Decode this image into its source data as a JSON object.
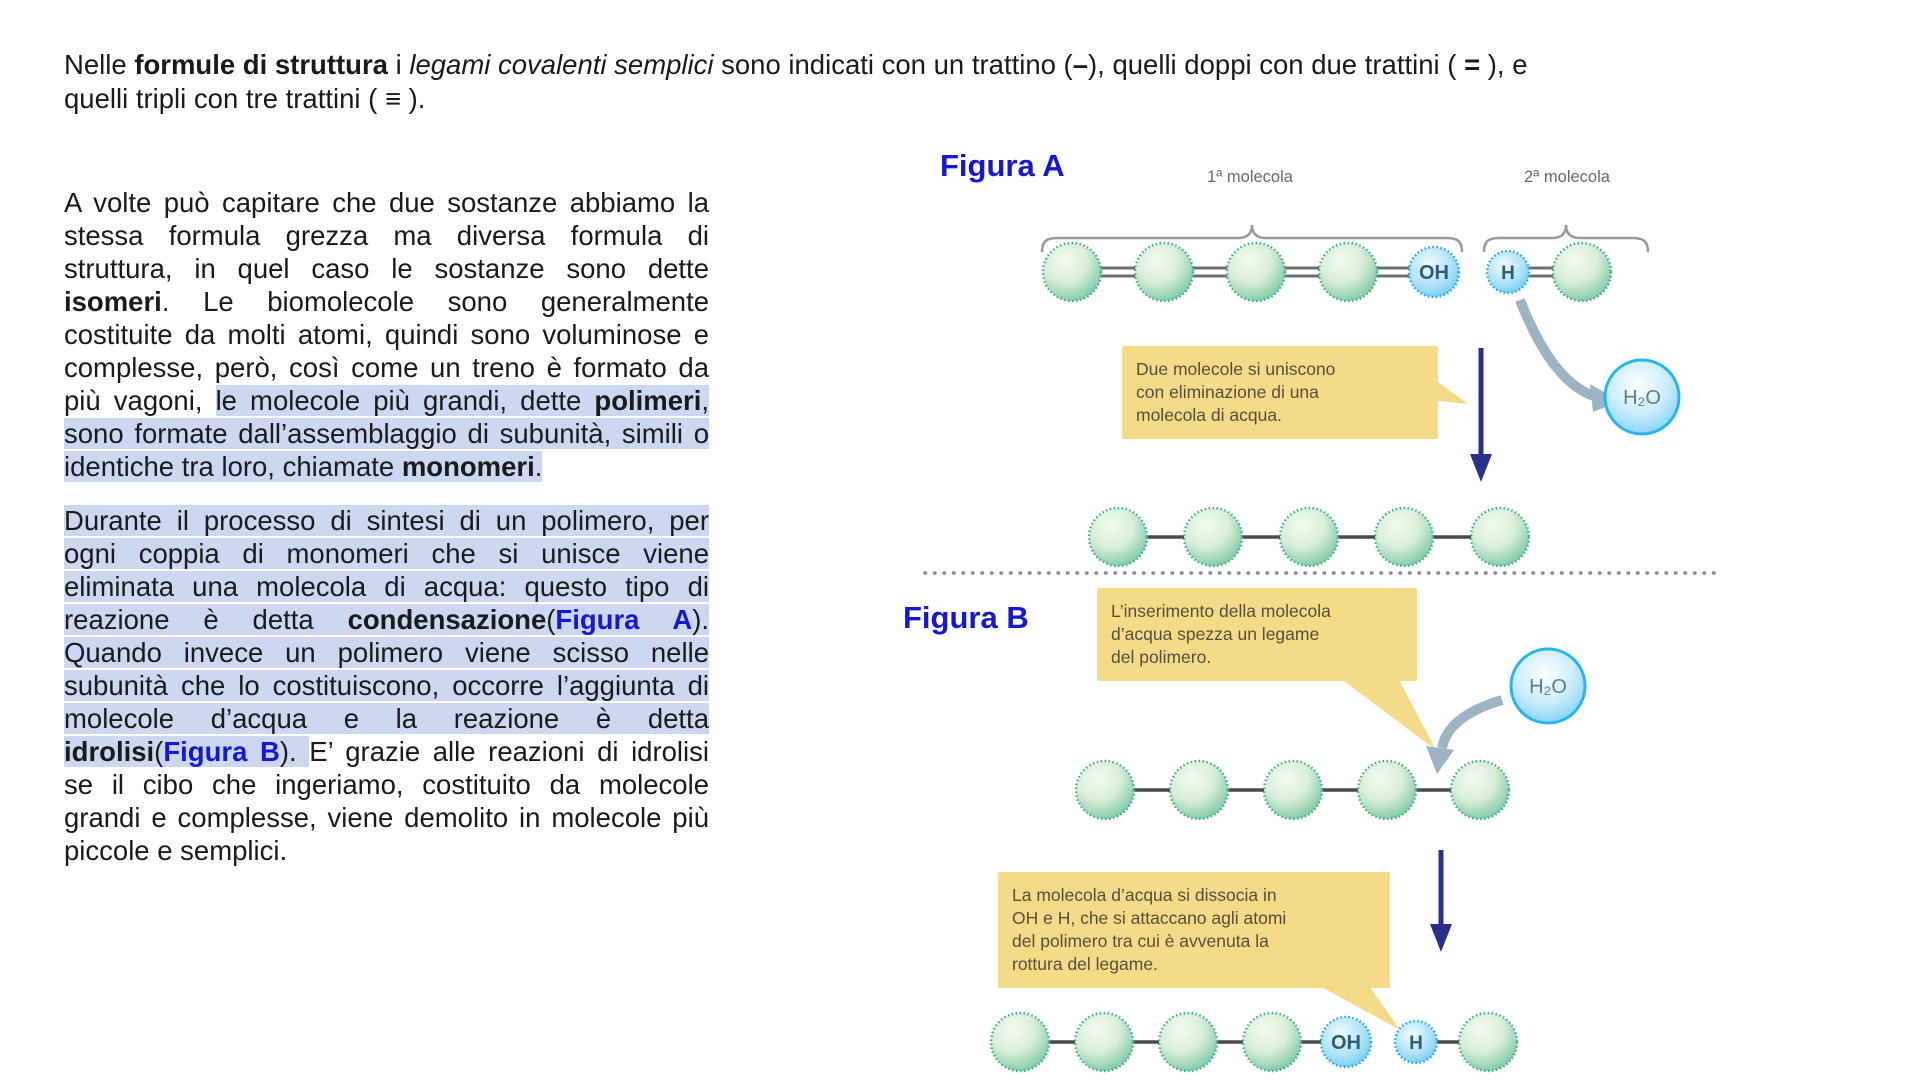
{
  "colors": {
    "accent_blue": "#1418d6",
    "highlight": "#ccd8f1",
    "callout_bg": "#f5da88",
    "callout_text": "#55503c",
    "navy_arrow": "#2b2f8c",
    "gray_arrow": "#9db4c3",
    "green_sphere": "#5fbf9f",
    "blue_sphere": "#45bdf0",
    "body_text": "#1a1a1a"
  },
  "intro": {
    "segments": [
      {
        "t": "Nelle "
      },
      {
        "t": "formule di struttura",
        "b": 1
      },
      {
        "t": " i "
      },
      {
        "t": "legami covalenti semplici",
        "i": 1
      },
      {
        "t": " sono indicati con un trattino ("
      },
      {
        "t": "–",
        "b": 1
      },
      {
        "t": "), quelli doppi con due trattini ( "
      },
      {
        "t": "=",
        "b": 1
      },
      {
        "t": " ), e quelli tripli con tre trattini ( "
      },
      {
        "t": "≡",
        "b": 1
      },
      {
        "t": " )."
      }
    ]
  },
  "left_column": {
    "para1": {
      "segments": [
        {
          "t": "A volte può capitare che due sostanze abbiamo la stessa formula grezza ma diversa formula di struttura, in quel caso le sostanze sono dette "
        },
        {
          "t": "isomeri",
          "b": 1
        },
        {
          "t": ". Le biomolecole sono generalmente costituite da molti atomi, quindi sono voluminose e complesse, però, così come un treno è formato da più vagoni, "
        },
        {
          "t": "le molecole più grandi, dette ",
          "h": 1
        },
        {
          "t": "polimeri",
          "b": 1,
          "h": 1
        },
        {
          "t": ", sono formate dall’assemblaggio di subunità, simili o identiche tra loro, chiamate ",
          "h": 1
        },
        {
          "t": "monomeri",
          "b": 1,
          "h": 1
        },
        {
          "t": ".",
          "h": 1
        }
      ]
    },
    "para2": {
      "segments": [
        {
          "t": "Durante il processo di sintesi di un polimero, per ogni coppia di monomeri che si unisce viene eliminata una molecola di acqua: questo tipo di reazione è detta ",
          "h": 1
        },
        {
          "t": "condensazione",
          "b": 1,
          "h": 1
        },
        {
          "t": "(",
          "h": 1
        },
        {
          "t": "Figura A",
          "b": 1,
          "c": 1,
          "h": 1
        },
        {
          "t": "). Quando invece un polimero viene scisso nelle subunità che lo costituiscono, occorre l’aggiunta di molecole d’acqua e la reazione è detta ",
          "h": 1
        },
        {
          "t": "idrolisi",
          "b": 1,
          "h": 1
        },
        {
          "t": "(",
          "h": 1
        },
        {
          "t": "Figura B",
          "b": 1,
          "c": 1,
          "h": 1
        },
        {
          "t": "). ",
          "h": 1
        },
        {
          "t": "E’ grazie alle reazioni di idrolisi se il cibo che ingeriamo, costituito da molecole grandi e complesse, viene demolito in molecole più piccole e semplici."
        }
      ]
    }
  },
  "figure_a": {
    "label": "Figura A",
    "molecule1_label": "1ª molecola",
    "molecule2_label": "2ª molecola",
    "callout_lines": [
      "Due molecole si uniscono",
      "con eliminazione di una",
      "molecola di acqua."
    ]
  },
  "figure_b": {
    "label": "Figura B",
    "callout1_lines": [
      "L’inserimento della molecola",
      "d’acqua spezza un legame",
      "del polimero."
    ],
    "callout2_lines": [
      "La molecola d’acqua si dissocia in",
      "OH e H, che si attaccano agli atomi",
      "del polimero tra cui è avvenuta la",
      "rottura del legame."
    ]
  },
  "atoms": {
    "oh": "OH",
    "h": "H",
    "h2o": "H₂O"
  }
}
